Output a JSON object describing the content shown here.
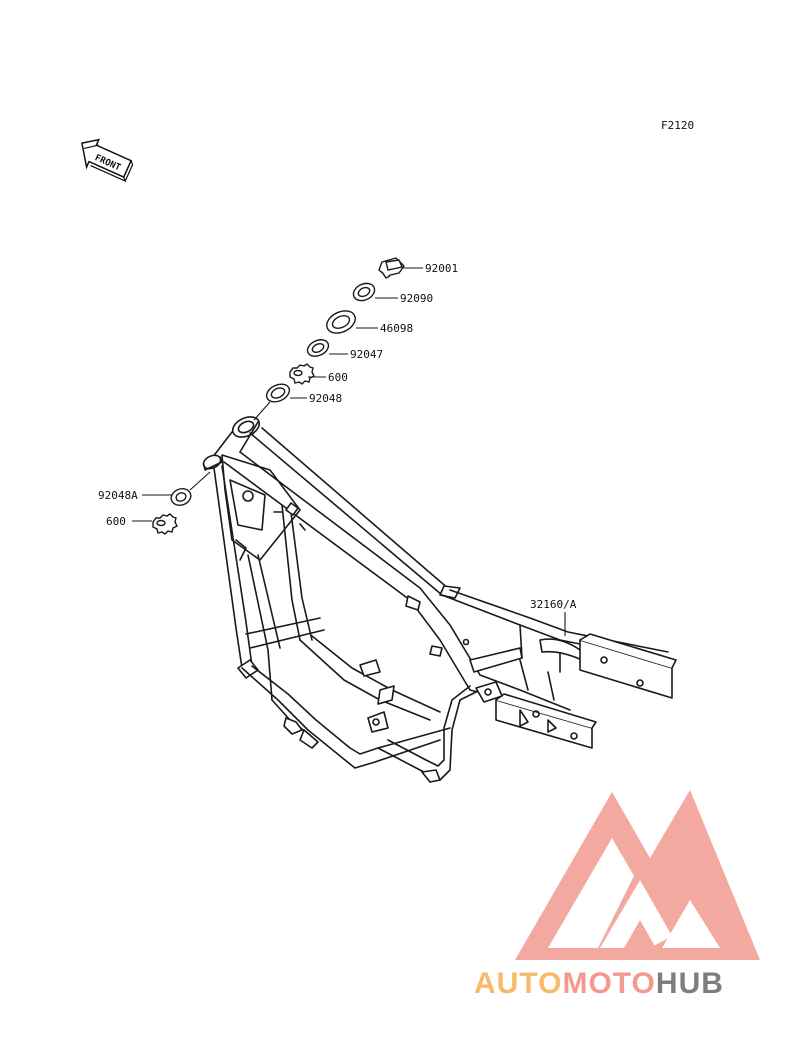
{
  "figure_code": "F2120",
  "front_arrow": {
    "text": "FRONT"
  },
  "callouts": [
    {
      "id": "c1",
      "part_number": "92001"
    },
    {
      "id": "c2",
      "part_number": "92090"
    },
    {
      "id": "c3",
      "part_number": "46098"
    },
    {
      "id": "c4",
      "part_number": "92047"
    },
    {
      "id": "c5",
      "part_number": "600"
    },
    {
      "id": "c6",
      "part_number": "92048"
    },
    {
      "id": "c7",
      "part_number": "92048A"
    },
    {
      "id": "c8",
      "part_number": "600"
    },
    {
      "id": "c9",
      "part_number": "32160/A"
    }
  ],
  "watermark": {
    "parts": [
      {
        "text": "AUTO",
        "color": "#f7b96b"
      },
      {
        "text": "MOTO",
        "color": "#f29a90"
      },
      {
        "text": "HUB",
        "color": "#7d7d7d"
      }
    ],
    "logo_color": "#f29a90"
  },
  "colors": {
    "line": "#1a1a1a",
    "background": "#ffffff"
  }
}
